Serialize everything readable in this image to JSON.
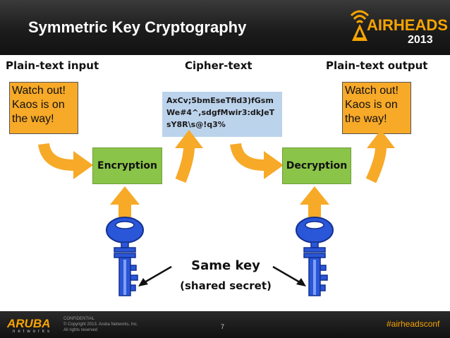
{
  "header": {
    "title": "Symmetric Key Cryptography",
    "logo_word": "AIRHEADS",
    "logo_year": "2013"
  },
  "labels": {
    "plain_input": "Plain-text input",
    "cipher_text": "Cipher-text",
    "plain_output": "Plain-text output"
  },
  "input_message": [
    "Watch out!",
    "Kaos is on",
    "the way!"
  ],
  "output_message": [
    "Watch out!",
    "Kaos is on",
    "the way!"
  ],
  "cipher_lines": [
    "AxCv;5bmEseTfid3)fGsm",
    "We#4^,sdgfMwir3:dkJeT",
    "sY8R\\s@!q3%"
  ],
  "process": {
    "encryption": "Encryption",
    "decryption": "Decryption"
  },
  "key_note": {
    "title": "Same key",
    "subtitle": "(shared secret)"
  },
  "footer": {
    "company_logo": "ARUBA",
    "company_sub": "networks",
    "confidential": [
      "CONFIDENTIAL",
      "© Copyright 2013. Aruba Networks, Inc.",
      "All rights reserved"
    ],
    "page_number": "7",
    "hashtag": "#airheadsconf"
  },
  "colors": {
    "arrow": "#f7a928",
    "process_box": "#8ac449",
    "cipher_box": "#bcd3ec",
    "key": "#2a56d8",
    "header_bg": "#1c1c1c"
  },
  "icons": [
    "airheads-logo-icon",
    "arrow-icon",
    "key-icon",
    "pointer-arrow-icon"
  ]
}
